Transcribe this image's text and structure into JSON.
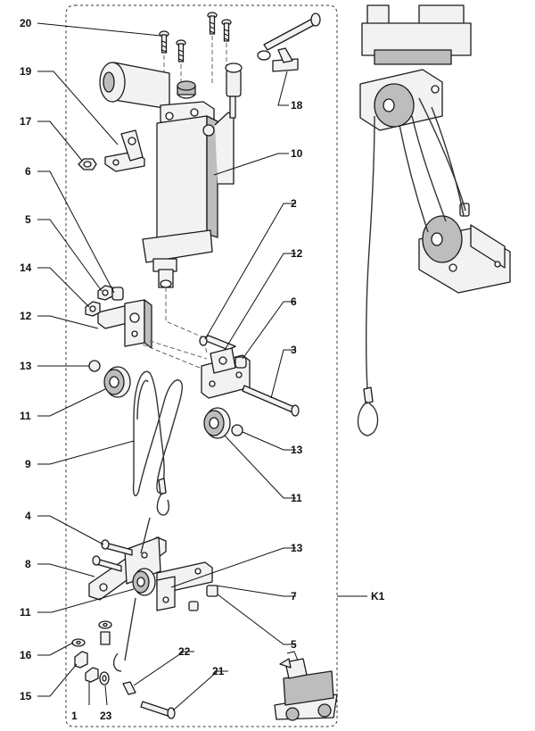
{
  "diagram": {
    "callouts": [
      {
        "id": "c20a",
        "text": "20"
      },
      {
        "id": "c19",
        "text": "19"
      },
      {
        "id": "c17",
        "text": "17"
      },
      {
        "id": "c6a",
        "text": "6"
      },
      {
        "id": "c5a",
        "text": "5"
      },
      {
        "id": "c14",
        "text": "14"
      },
      {
        "id": "c12a",
        "text": "12"
      },
      {
        "id": "c13a",
        "text": "13"
      },
      {
        "id": "c11a",
        "text": "11"
      },
      {
        "id": "c9",
        "text": "9"
      },
      {
        "id": "c4",
        "text": "4"
      },
      {
        "id": "c8",
        "text": "8"
      },
      {
        "id": "c11b",
        "text": "11"
      },
      {
        "id": "c16",
        "text": "16"
      },
      {
        "id": "c15",
        "text": "15"
      },
      {
        "id": "c1",
        "text": "1"
      },
      {
        "id": "c23",
        "text": "23"
      },
      {
        "id": "c22",
        "text": "22"
      },
      {
        "id": "c21",
        "text": "21"
      },
      {
        "id": "c18",
        "text": "18"
      },
      {
        "id": "c10",
        "text": "10"
      },
      {
        "id": "c2",
        "text": "2"
      },
      {
        "id": "c12b",
        "text": "12"
      },
      {
        "id": "c6b",
        "text": "6"
      },
      {
        "id": "c3",
        "text": "3"
      },
      {
        "id": "c13b",
        "text": "13"
      },
      {
        "id": "c11c",
        "text": "11"
      },
      {
        "id": "c13c",
        "text": "13"
      },
      {
        "id": "c7",
        "text": "7"
      },
      {
        "id": "c5b",
        "text": "5"
      },
      {
        "id": "ck1",
        "text": "K1"
      }
    ]
  }
}
